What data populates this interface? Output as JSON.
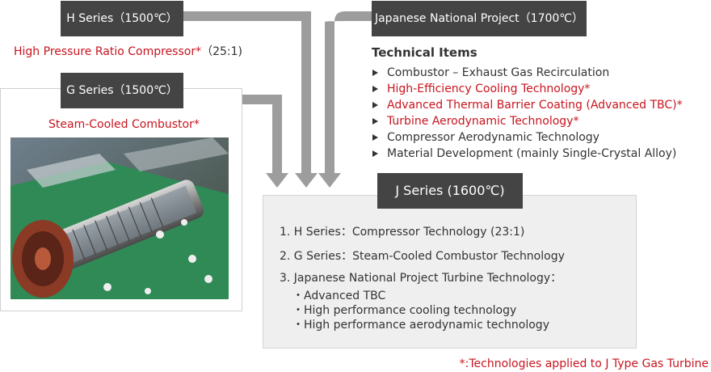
{
  "h_series": {
    "label": "H Series（1500℃）",
    "feature": "High Pressure Ratio Compressor*",
    "feature_suffix": "（25:1)"
  },
  "g_series": {
    "label": "G Series（1500℃）",
    "feature": "Steam-Cooled Combustor*"
  },
  "national_project": {
    "label": "Japanese National Project（1700℃）",
    "technical_items_heading": "Technical Items",
    "items": [
      {
        "text": "Combustor – Exhaust Gas Recirculation",
        "applied": false
      },
      {
        "text": "High-Efficiency Cooling Technology*",
        "applied": true
      },
      {
        "text": "Advanced Thermal Barrier Coating (Advanced TBC)*",
        "applied": true
      },
      {
        "text": "Turbine Aerodynamic Technology*",
        "applied": true
      },
      {
        "text": "Compressor Aerodynamic Technology",
        "applied": false
      },
      {
        "text": "Material Development (mainly Single-Crystal Alloy)",
        "applied": false
      }
    ]
  },
  "j_series": {
    "label": "J Series (1600℃)",
    "points": [
      "1. H Series：Compressor Technology (23:1)",
      "2. G Series：Steam-Cooled Combustor Technology",
      "3. Japanese National Project Turbine Technology："
    ],
    "sub_points": [
      "Advanced TBC",
      "High performance cooling technology",
      "High performance aerodynamic technology"
    ]
  },
  "footnote": "*:Technologies applied to J Type Gas Turbine",
  "colors": {
    "label_bg": "#444444",
    "arrow": "#9d9d9d",
    "highlight_text": "#c8141e",
    "box_bg": "#efefef"
  },
  "icons": {
    "list_bullet": "triangle-right",
    "photo": "gas-turbine-cutaway"
  }
}
